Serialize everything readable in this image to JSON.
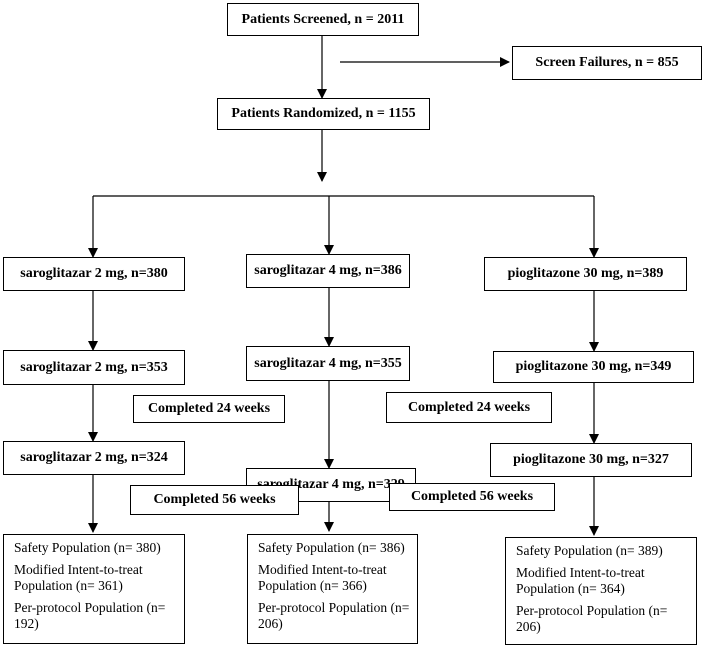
{
  "screened": "Patients Screened, n = 2011",
  "screen_failures": "Screen Failures, n = 855",
  "randomized": "Patients Randomized, n = 1155",
  "arms": [
    {
      "start": "saroglitazar 2 mg, n=380",
      "after24": "saroglitazar 2 mg, n=353",
      "after56": "saroglitazar 2 mg, n=324",
      "safety": "Safety Population (n= 380)",
      "mitt": "Modified Intent-to-treat Population (n= 361)",
      "pp": "Per-protocol Population (n= 192)"
    },
    {
      "start": "saroglitazar 4 mg, n=386",
      "after24": "saroglitazar 4 mg, n=355",
      "after56": "saroglitazar 4 mg, n=329",
      "safety": "Safety Population (n= 386)",
      "mitt": "Modified Intent-to-treat Population (n= 366)",
      "pp": "Per-protocol Population (n= 206)"
    },
    {
      "start": "pioglitazone 30 mg, n=389",
      "after24": "pioglitazone 30 mg, n=349",
      "after56": "pioglitazone 30 mg, n=327",
      "safety": "Safety Population (n= 389)",
      "mitt": "Modified Intent-to-treat Population (n= 364)",
      "pp": "Per-protocol Population (n= 206)"
    }
  ],
  "stage_labels": {
    "completed_24": "Completed 24 weeks",
    "completed_56": "Completed 56 weeks"
  }
}
